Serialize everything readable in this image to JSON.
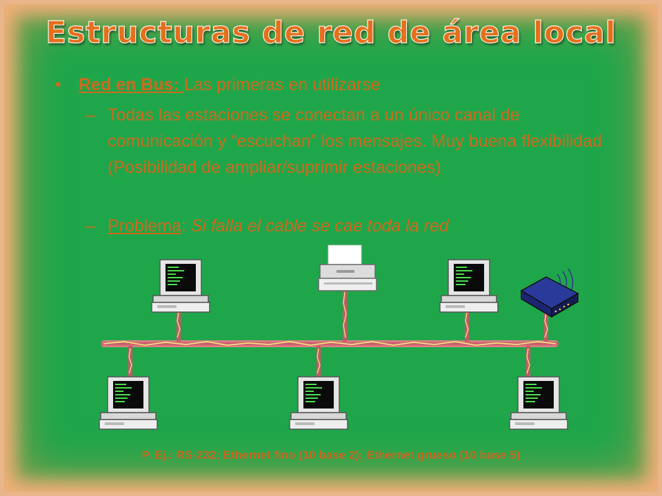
{
  "title": "Estructuras de red de área local",
  "bullet": {
    "lead": "Red en Bus: ",
    "text": "Las primeras en utilizarse"
  },
  "subbullets": [
    {
      "text": "Todas las estaciones se conectan a un único canal de comunicación y “escuchan” los mensajes. Muy buena flexibilidad (Posibilidad de ampliar/suprimir estaciones)"
    },
    {
      "label": "Problema",
      "sep": ": ",
      "text": "Si falla el cable se cae toda la red"
    }
  ],
  "footnote": "P. Ej.: RS-232; Ethernet fino (10 base 2); Ethernet grueso (10 base 5)",
  "colors": {
    "background": "#1fa64b",
    "text": "#cf6a1d",
    "frame": "#f0b07a",
    "bus_cable": "#c8576a"
  },
  "icons": [
    "computer-icon",
    "printer-icon",
    "modem-icon"
  ]
}
